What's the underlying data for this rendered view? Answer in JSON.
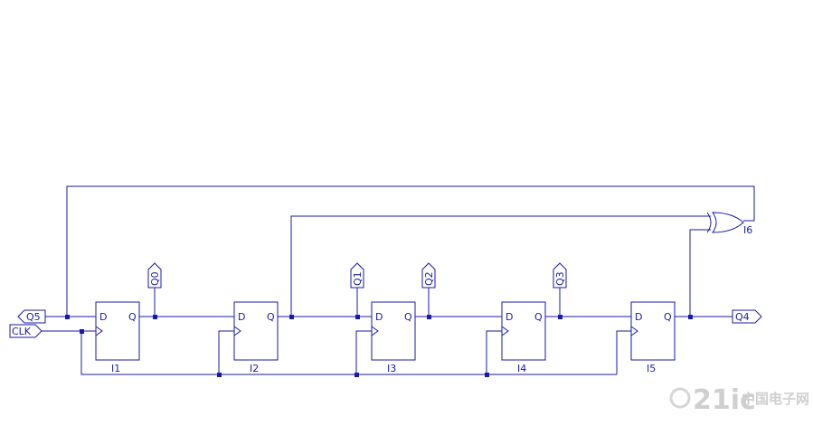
{
  "colors": {
    "wire": "#1a1aa6",
    "background": "#ffffff",
    "watermark": "#cfcfcf"
  },
  "flipflops": [
    {
      "instance": "I1",
      "d_label": "D",
      "q_label": "Q"
    },
    {
      "instance": "I2",
      "d_label": "D",
      "q_label": "Q"
    },
    {
      "instance": "I3",
      "d_label": "D",
      "q_label": "Q"
    },
    {
      "instance": "I4",
      "d_label": "D",
      "q_label": "Q"
    },
    {
      "instance": "I5",
      "d_label": "D",
      "q_label": "Q"
    }
  ],
  "xor_gate": {
    "instance": "I6"
  },
  "ports": {
    "inputs": [
      "Q5",
      "CLK"
    ],
    "outputs": [
      "Q0",
      "Q1",
      "Q2",
      "Q3",
      "Q4"
    ]
  },
  "watermark": {
    "text": "21ic",
    "subtext": "中国电子网"
  }
}
